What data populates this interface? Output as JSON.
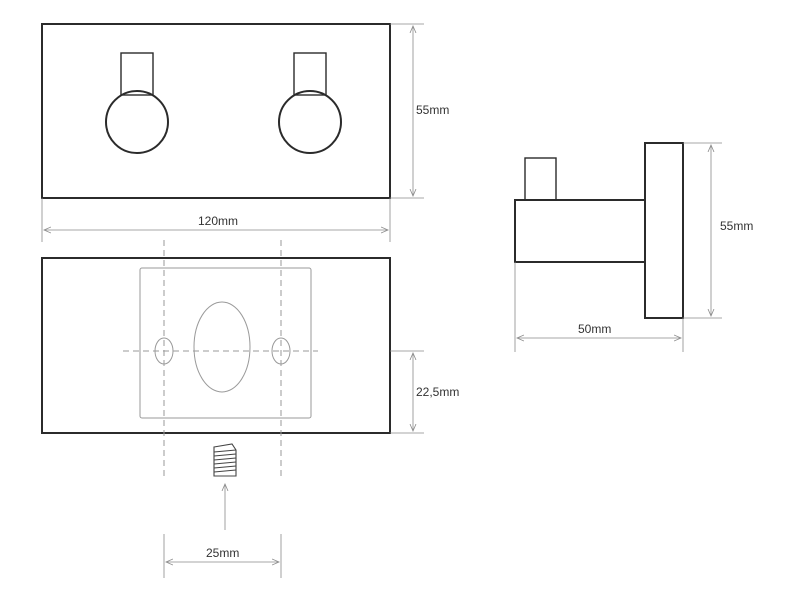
{
  "dimensions": {
    "front_height": "55mm",
    "front_width": "120mm",
    "side_height": "55mm",
    "side_depth": "50mm",
    "bottom_height": "22,5mm",
    "screw_spacing": "25mm"
  },
  "colors": {
    "outline": "#2b2b2b",
    "dimension": "#8a8a8a",
    "hidden": "#9a9a9a"
  }
}
